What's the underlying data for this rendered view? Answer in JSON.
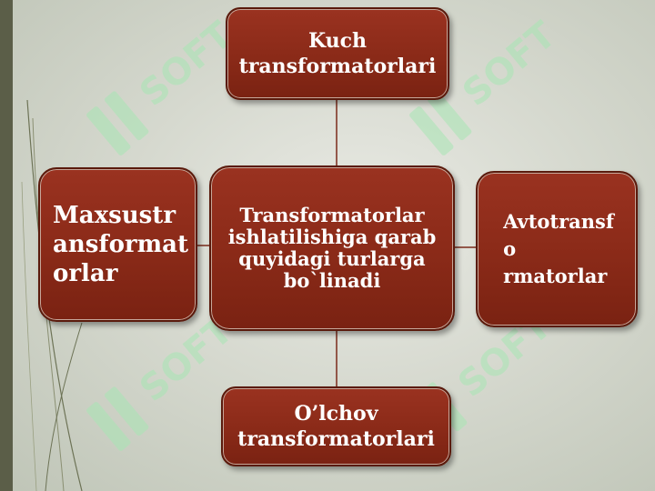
{
  "diagram": {
    "center": "Transformatorlar\nishlatilishiga qarab\nquyidagi turlarga\nbo`linadi",
    "top": "Kuch\ntransformatorlari",
    "left": "Maxsustr\nansformat\n  orlar",
    "right": "Avtotransf\n o\n  rmatorlar",
    "bottom": "O’lchov\ntransformatorlari"
  },
  "watermark": {
    "text": "SOFT",
    "color": "#a8e6b4"
  },
  "colors": {
    "box_fill": "#8a2a18",
    "box_border": "#5a1a0c",
    "connector": "#7a2a1a",
    "left_bar": "#5b5e48"
  }
}
